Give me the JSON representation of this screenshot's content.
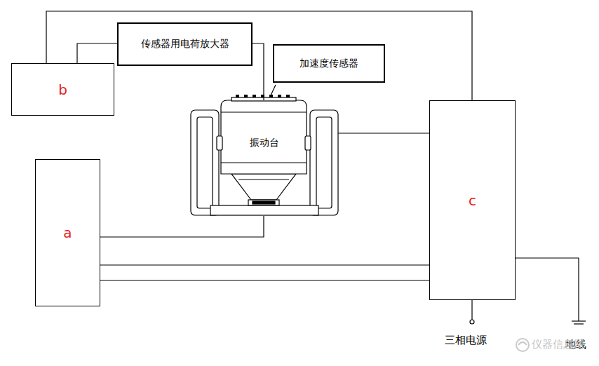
{
  "diagram": {
    "nodes": [
      {
        "text": [
          "b"
        ]
      },
      {
        "text": [
          "传感器用电荷放大器"
        ]
      },
      {
        "text": [
          "加速度传感器"
        ]
      },
      {
        "text": [
          "振动台"
        ]
      },
      {
        "text": [
          "a"
        ]
      },
      {
        "text": [
          "c"
        ]
      }
    ],
    "edges": [
      {
        "from": 0,
        "to": 5,
        "arrow": "none"
      },
      {
        "from": 0,
        "to": 1,
        "arrow": "none"
      },
      {
        "from": 1,
        "to": 3,
        "arrow": "none"
      },
      {
        "from": 3,
        "to": 5,
        "arrow": "none"
      },
      {
        "from": 4,
        "to": 3,
        "arrow": "none"
      },
      {
        "from": 4,
        "to": 5,
        "arrow": "none"
      },
      {
        "from": 4,
        "to": 5,
        "arrow": "none"
      }
    ],
    "labels": [
      "三相电源",
      "地线",
      "仪器信息网"
    ]
  }
}
